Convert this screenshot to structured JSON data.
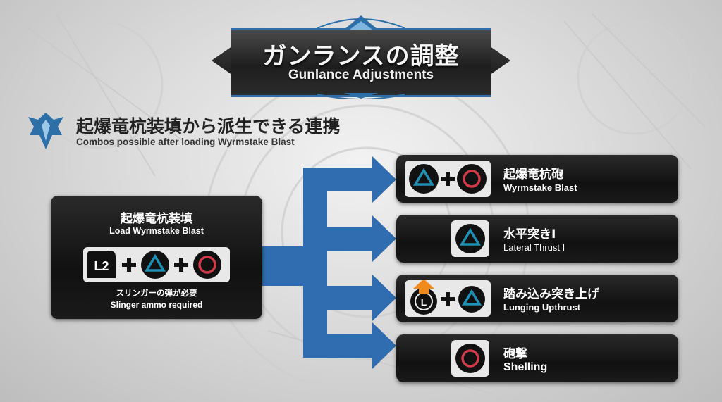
{
  "banner": {
    "title_jp": "ガンランスの調整",
    "title_en": "Gunlance Adjustments"
  },
  "heading": {
    "jp": "起爆竜杭装填から派生できる連携",
    "en": "Combos possible after loading Wyrmstake Blast"
  },
  "source": {
    "title_jp": "起爆竜杭装填",
    "title_en": "Load Wyrmstake Blast",
    "l2_label": "L2",
    "note_jp": "スリンガーの弾が必要",
    "note_en": "Slinger ammo required"
  },
  "options": [
    {
      "jp": "起爆竜杭砲",
      "en": "Wyrmstake Blast"
    },
    {
      "jp": "水平突きI",
      "en": "Lateral Thrust I"
    },
    {
      "jp": "踏み込み突き上げ",
      "en": "Lunging Upthrust",
      "stick_label": "L"
    },
    {
      "jp": "砲撃",
      "en": "Shelling"
    }
  ],
  "colors": {
    "card": "#141414",
    "triangle": "#1f8fb3",
    "circle": "#d23a4a",
    "arrow": "#2f6db0",
    "stick_arrow": "#f08a1c",
    "banner_accent": "#2f6fa8"
  }
}
